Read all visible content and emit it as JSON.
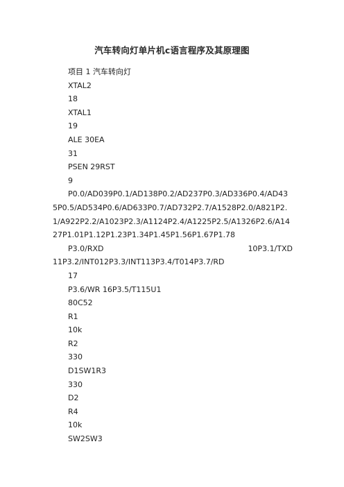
{
  "document": {
    "title": "汽车转向灯单片机c语言程序及其原理图",
    "lines": [
      "项目 1 汽车转向灯",
      "XTAL2",
      "18",
      "XTAL1",
      "19",
      "ALE 30EA",
      "31",
      "PSEN 29RST",
      "9"
    ],
    "pin_paragraph": "P0.0/AD039P0.1/AD138P0.2/AD237P0.3/AD336P0.4/AD435P0.5/AD534P0.6/AD633P0.7/AD732P2.7/A1528P2.0/A821P2.1/A922P2.2/A1023P2.3/A1124P2.4/A1225P2.5/A1326P2.6/A1427P1.01P1.12P1.23P1.34P1.45P1.56P1.67P1.78",
    "port3_left": "P3.0/RXD",
    "port3_right": "10P3.1/TXD",
    "port3_cont": "11P3.2/INT012P3.3/INT113P3.4/T014P3.7/RD",
    "lines_after": [
      "17",
      "P3.6/WR 16P3.5/T115U1",
      "80C52",
      "R1",
      "10k",
      "R2",
      "330",
      "D1SW1R3",
      "330",
      "D2",
      "R4",
      "10k",
      "SW2SW3"
    ]
  }
}
